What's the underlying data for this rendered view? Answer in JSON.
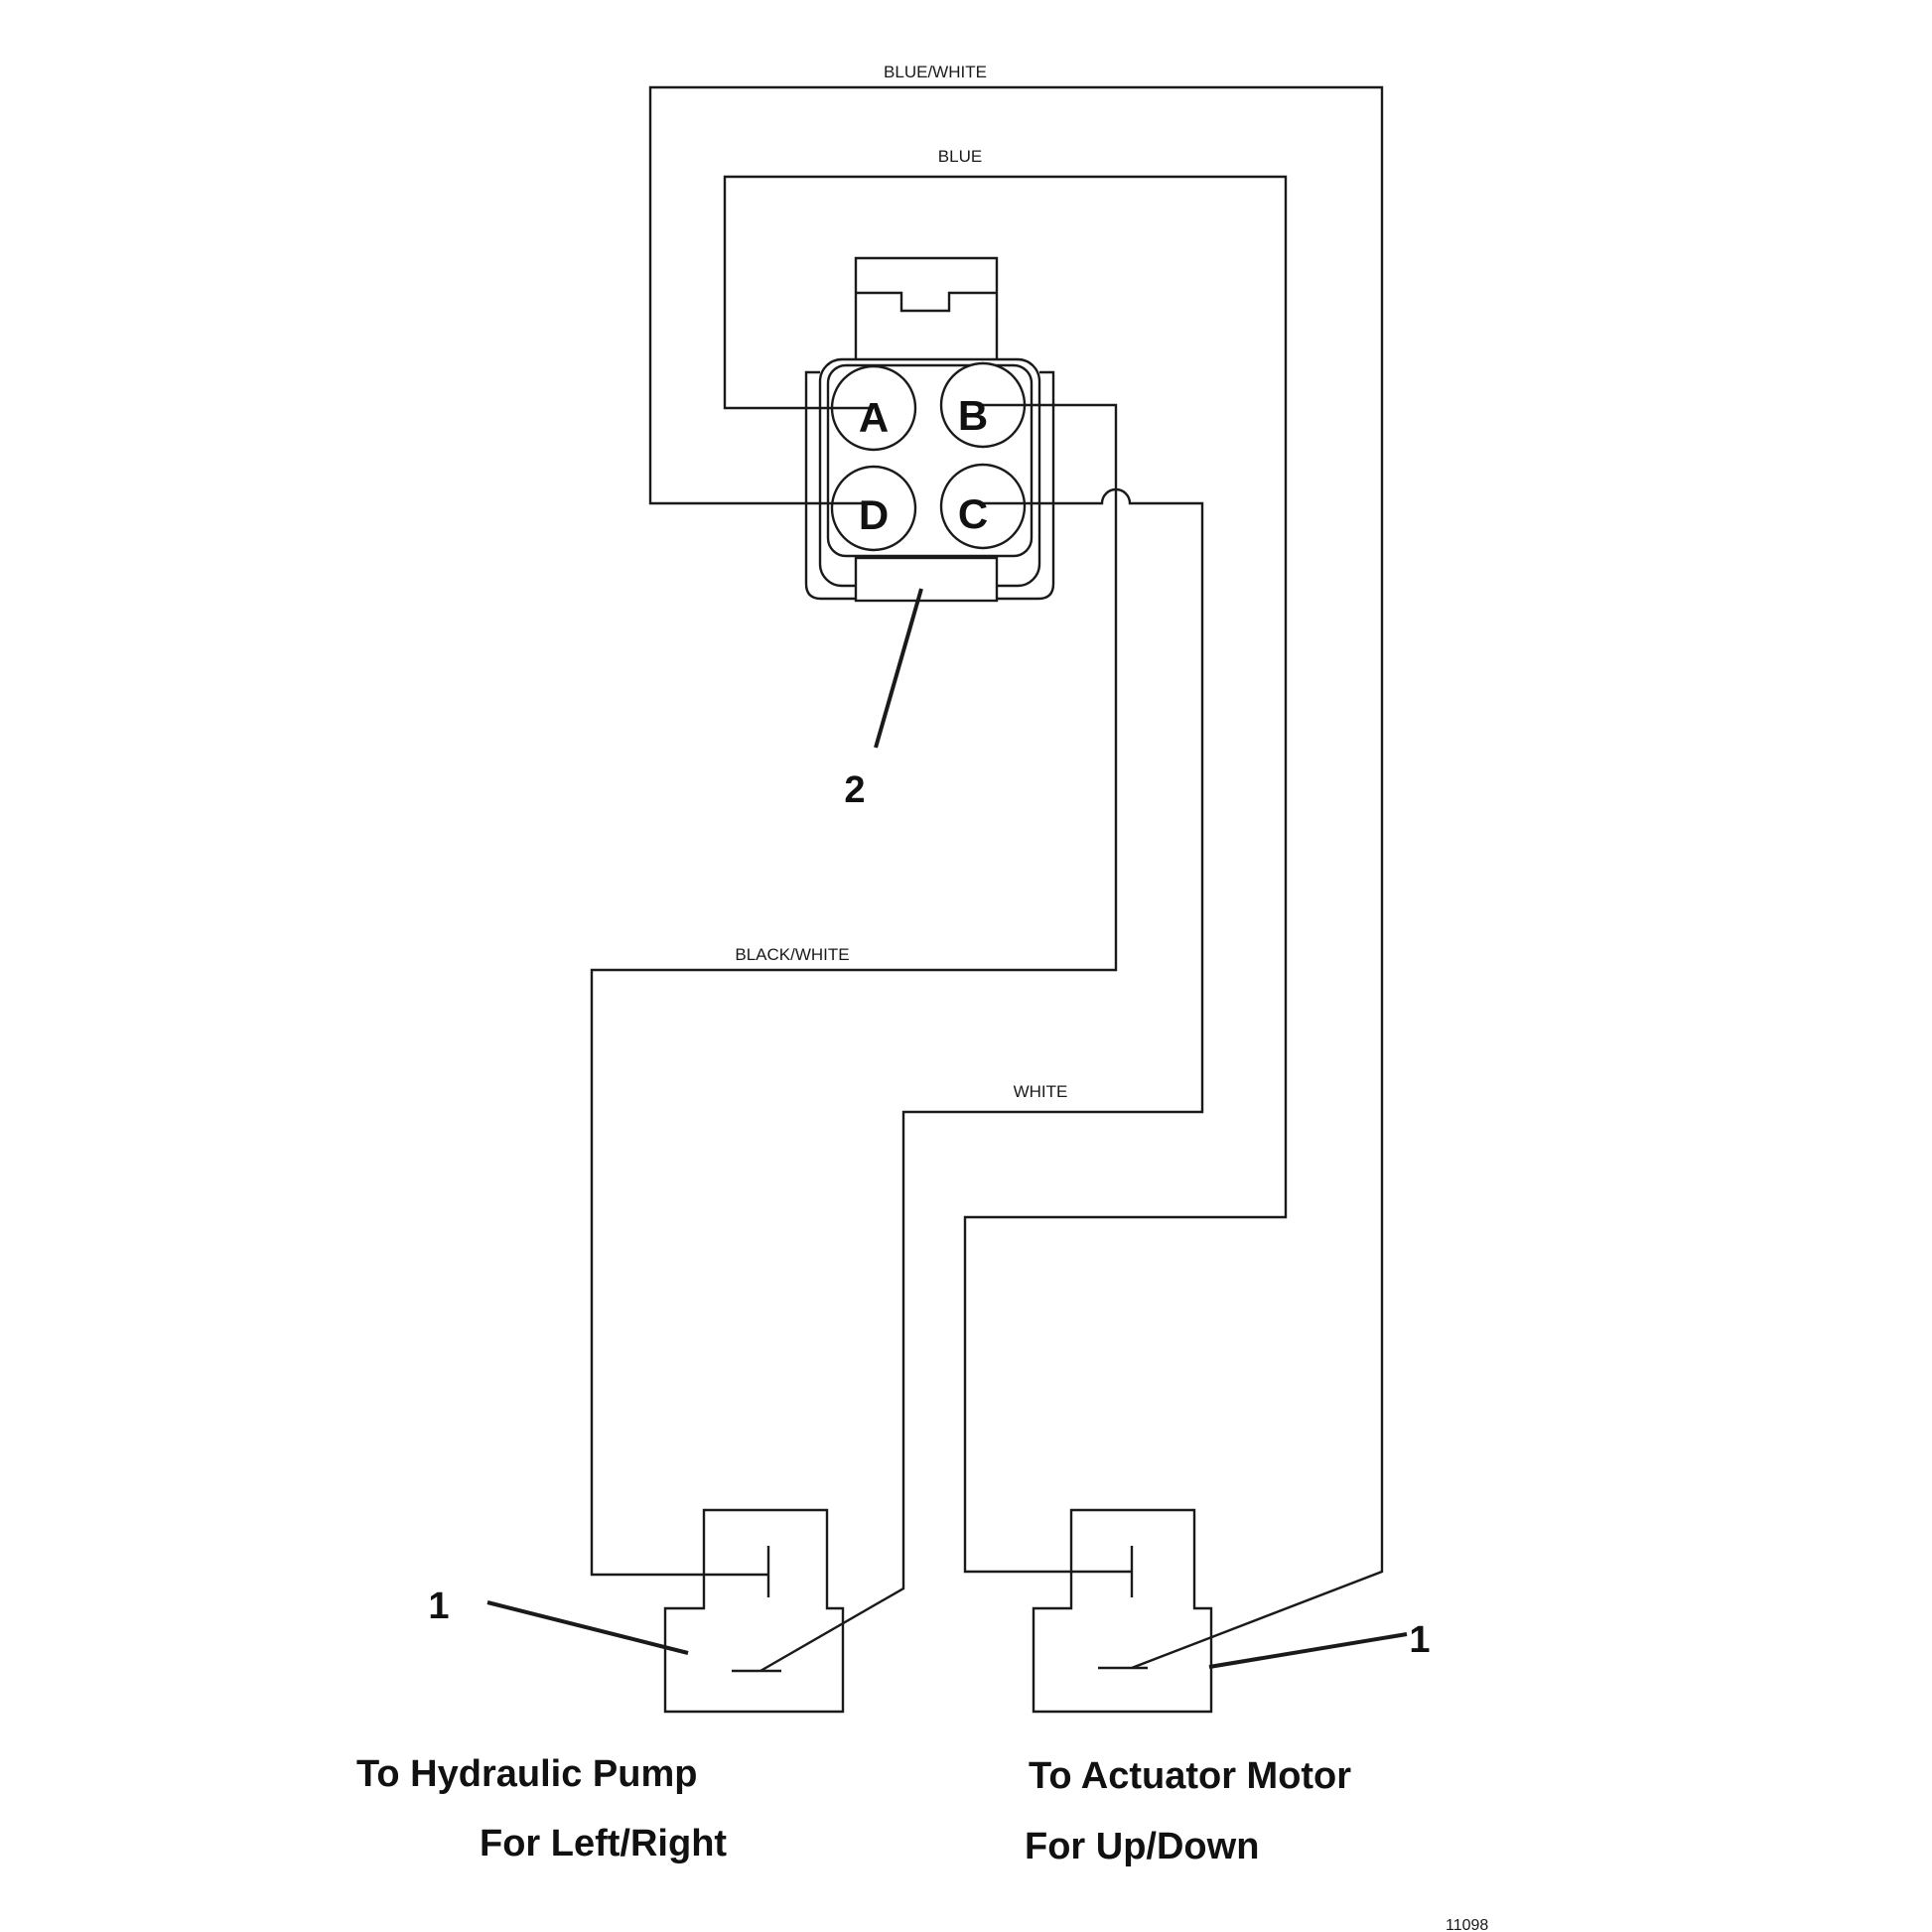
{
  "wires": {
    "blue_white": "BLUE/WHITE",
    "blue": "BLUE",
    "black_white": "BLACK/WHITE",
    "white": "WHITE"
  },
  "connector": {
    "pins": {
      "a": "A",
      "b": "B",
      "c": "C",
      "d": "D"
    }
  },
  "callouts": {
    "switch_left": "1",
    "switch_right": "1",
    "connector": "2"
  },
  "captions": {
    "left_line1": "To Hydraulic Pump",
    "left_line2": "For Left/Right",
    "right_line1": "To Actuator Motor",
    "right_line2": "For Up/Down"
  },
  "figure_number": "11098"
}
